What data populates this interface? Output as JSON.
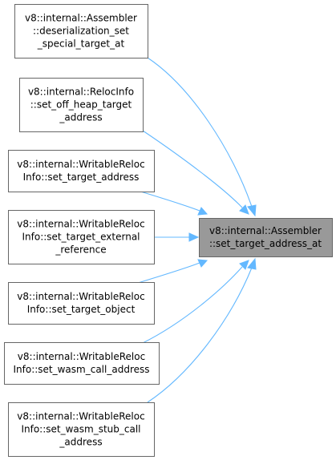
{
  "diagram": {
    "target": {
      "lines": [
        "v8::internal::Assembler",
        "::set_target_address_at"
      ]
    },
    "callers": [
      {
        "lines": [
          "v8::internal::Assembler",
          "::deserialization_set",
          "_special_target_at"
        ]
      },
      {
        "lines": [
          "v8::internal::RelocInfo",
          "::set_off_heap_target",
          "_address"
        ]
      },
      {
        "lines": [
          "v8::internal::WritableReloc",
          "Info::set_target_address"
        ]
      },
      {
        "lines": [
          "v8::internal::WritableReloc",
          "Info::set_target_external",
          "_reference"
        ]
      },
      {
        "lines": [
          "v8::internal::WritableReloc",
          "Info::set_target_object"
        ]
      },
      {
        "lines": [
          "v8::internal::WritableReloc",
          "Info::set_wasm_call_address"
        ]
      },
      {
        "lines": [
          "v8::internal::WritableReloc",
          "Info::set_wasm_stub_call",
          "_address"
        ]
      }
    ],
    "colors": {
      "edge": "#63b8ff",
      "node_border": "#666666",
      "node_fill": "#ffffff",
      "target_fill": "#999999"
    }
  }
}
